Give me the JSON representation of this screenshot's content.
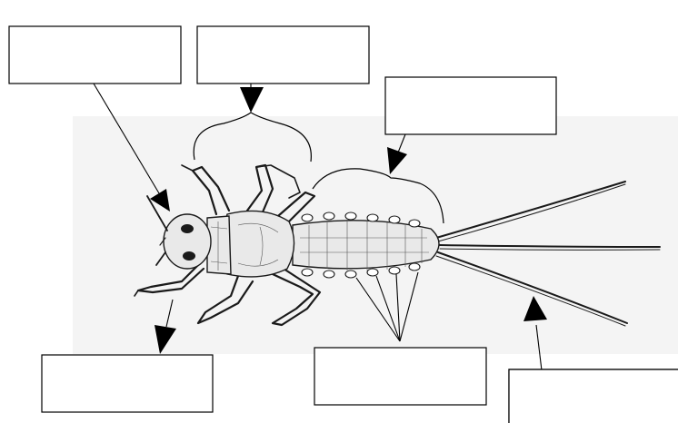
{
  "diagram": {
    "subject": "stonefly-nymph",
    "labels": [
      {
        "id": "head",
        "text": ""
      },
      {
        "id": "thorax",
        "text": ""
      },
      {
        "id": "abdomen",
        "text": ""
      },
      {
        "id": "legs",
        "text": ""
      },
      {
        "id": "gills",
        "text": ""
      },
      {
        "id": "tails",
        "text": ""
      }
    ],
    "colors": {
      "ink": "#1a1a1a",
      "paper": "#f4f4f4",
      "box_border": "#000000"
    }
  }
}
